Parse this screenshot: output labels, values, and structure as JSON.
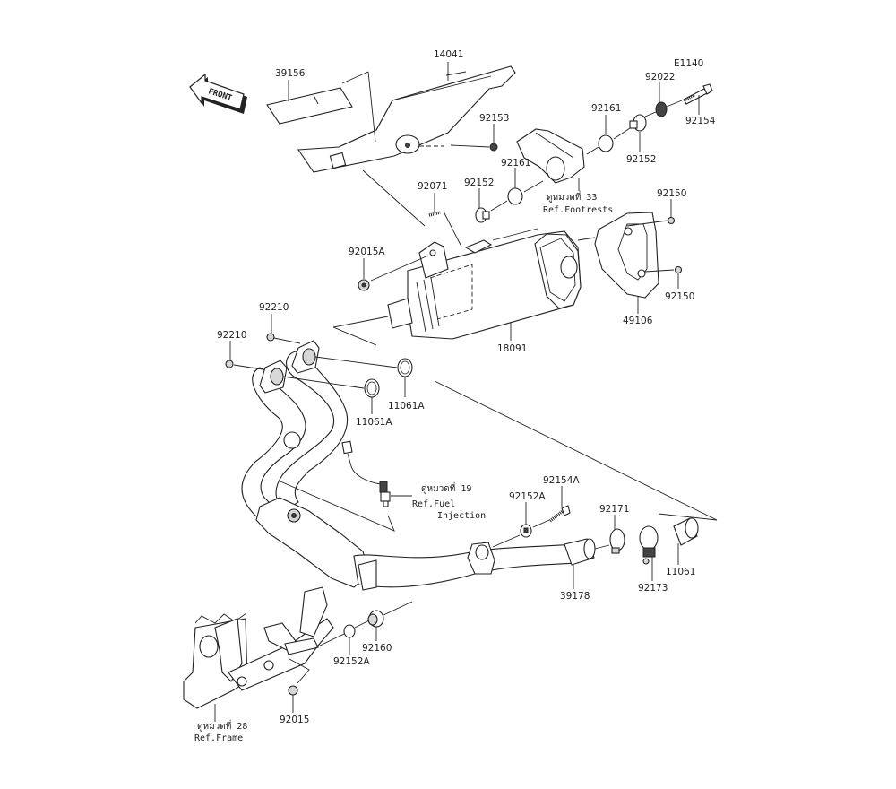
{
  "diagram": {
    "code": "E1140",
    "front_indicator": "FRONT",
    "parts": [
      {
        "id": "p39156",
        "number": "39156"
      },
      {
        "id": "p14041",
        "number": "14041"
      },
      {
        "id": "p92153",
        "number": "92153"
      },
      {
        "id": "p92022",
        "number": "92022"
      },
      {
        "id": "p92154",
        "number": "92154"
      },
      {
        "id": "p92161a",
        "number": "92161"
      },
      {
        "id": "p92152a",
        "number": "92152"
      },
      {
        "id": "p92161b",
        "number": "92161"
      },
      {
        "id": "p92152b",
        "number": "92152"
      },
      {
        "id": "p92071",
        "number": "92071"
      },
      {
        "id": "p92150a",
        "number": "92150"
      },
      {
        "id": "p92150b",
        "number": "92150"
      },
      {
        "id": "p92015A",
        "number": "92015A"
      },
      {
        "id": "p49106",
        "number": "49106"
      },
      {
        "id": "p18091",
        "number": "18091"
      },
      {
        "id": "p92210a",
        "number": "92210"
      },
      {
        "id": "p92210b",
        "number": "92210"
      },
      {
        "id": "p11061Aa",
        "number": "11061A"
      },
      {
        "id": "p11061Ab",
        "number": "11061A"
      },
      {
        "id": "p92154A",
        "number": "92154A"
      },
      {
        "id": "p92152Aa",
        "number": "92152A"
      },
      {
        "id": "p92171",
        "number": "92171"
      },
      {
        "id": "p11061",
        "number": "11061"
      },
      {
        "id": "p92173",
        "number": "92173"
      },
      {
        "id": "p39178",
        "number": "39178"
      },
      {
        "id": "p92160",
        "number": "92160"
      },
      {
        "id": "p92152Ab",
        "number": "92152A"
      },
      {
        "id": "p92015",
        "number": "92015"
      }
    ],
    "references": {
      "footrests": {
        "thai": "ดูหมวดที่ 33",
        "english": "Ref.Footrests"
      },
      "fuel_injection": {
        "thai": "ดูหมวดที่ 19",
        "english_line1": "Ref.Fuel",
        "english_line2": "Injection"
      },
      "frame": {
        "thai": "ดูหมวดที่ 28",
        "english": "Ref.Frame"
      }
    }
  }
}
